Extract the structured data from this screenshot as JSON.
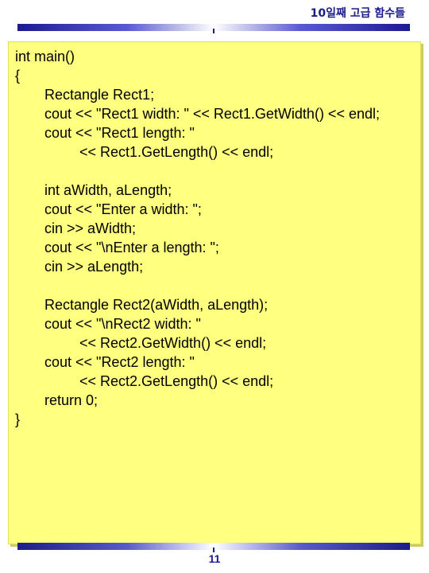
{
  "header": {
    "title": "10일째 고급 함수들"
  },
  "code": {
    "lines": [
      {
        "text": "int main()",
        "indent": 0
      },
      {
        "text": "{",
        "indent": 0
      },
      {
        "text": "Rectangle Rect1;",
        "indent": 1
      },
      {
        "text": "cout << \"Rect1 width: \" << Rect1.GetWidth() << endl;",
        "indent": 1
      },
      {
        "text": "cout << \"Rect1 length: \"",
        "indent": 1
      },
      {
        "text": "<< Rect1.GetLength() << endl;",
        "indent": 2
      },
      {
        "text": "",
        "indent": 0
      },
      {
        "text": "int aWidth, aLength;",
        "indent": 1
      },
      {
        "text": "cout << \"Enter a width: \";",
        "indent": 1
      },
      {
        "text": "cin >> aWidth;",
        "indent": 1
      },
      {
        "text": "cout << \"\\nEnter a length: \";",
        "indent": 1
      },
      {
        "text": "cin >> aLength;",
        "indent": 1
      },
      {
        "text": "",
        "indent": 0
      },
      {
        "text": "Rectangle Rect2(aWidth, aLength);",
        "indent": 1
      },
      {
        "text": "cout << \"\\nRect2 width: \"",
        "indent": 1
      },
      {
        "text": "<< Rect2.GetWidth() << endl;",
        "indent": 2
      },
      {
        "text": "cout << \"Rect2 length: \"",
        "indent": 1
      },
      {
        "text": "<< Rect2.GetLength() << endl;",
        "indent": 2
      },
      {
        "text": "return 0;",
        "indent": 1
      },
      {
        "text": "}",
        "indent": 0
      }
    ]
  },
  "footer": {
    "page_number": "11"
  },
  "colors": {
    "panel": "#ffff80",
    "accent": "#1a1a8c"
  }
}
